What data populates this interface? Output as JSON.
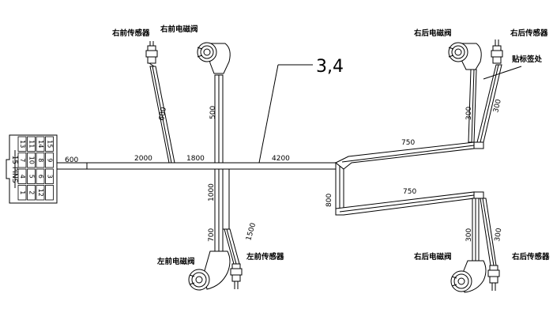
{
  "callout": "3,4",
  "connector": {
    "label": "15 PINS",
    "pins": [
      [
        "13",
        "11",
        "14",
        "15"
      ],
      [
        "7",
        "10",
        "8",
        "9"
      ],
      [
        "4",
        "5",
        "6",
        "3"
      ],
      [
        "1",
        "2",
        "12",
        ""
      ]
    ]
  },
  "lengths": {
    "trunk_connector": "600",
    "trunk_a": "2000",
    "trunk_b": "1800",
    "trunk_c": "4200",
    "front_right_sensor": "600",
    "front_right_valve": "500",
    "front_left_trunk": "1000",
    "front_left_valve": "700",
    "front_left_sensor": "1500",
    "rear_drop": "800",
    "rear_upper": "750",
    "rear_lower": "750",
    "rear_upper_valve": "300",
    "rear_upper_sensor": "300",
    "rear_lower_valve": "300",
    "rear_lower_sensor": "300"
  },
  "labels": {
    "front_right_sensor": "右前传感器",
    "front_right_valve": "右前电磁阀",
    "front_left_valve": "左前电磁阀",
    "front_left_sensor": "左前传感器",
    "rear_right_valve_upper": "右后电磁阀",
    "rear_right_sensor_upper": "右后传感器",
    "rear_splice": "贴标签处",
    "rear_right_valve_lower": "右后电磁阀",
    "rear_right_sensor_lower": "右后传感器"
  }
}
